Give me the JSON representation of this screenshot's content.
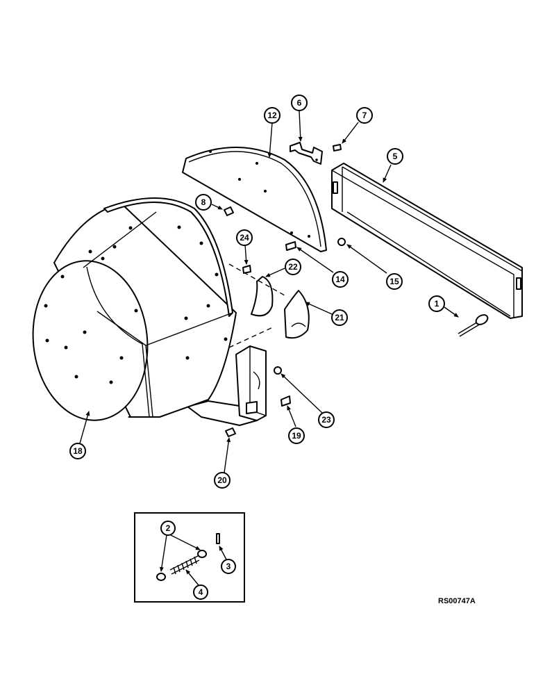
{
  "callouts": {
    "c1": "1",
    "c2": "2",
    "c3": "3",
    "c4": "4",
    "c5": "5",
    "c6": "6",
    "c7": "7",
    "c8": "8",
    "c12": "12",
    "c14": "14",
    "c15": "15",
    "c18": "18",
    "c19": "19",
    "c20": "20",
    "c21": "21",
    "c22": "22",
    "c23": "23",
    "c24": "24"
  },
  "reference_code": "RS00747A",
  "colors": {
    "ink": "#000000",
    "paper": "#ffffff"
  }
}
